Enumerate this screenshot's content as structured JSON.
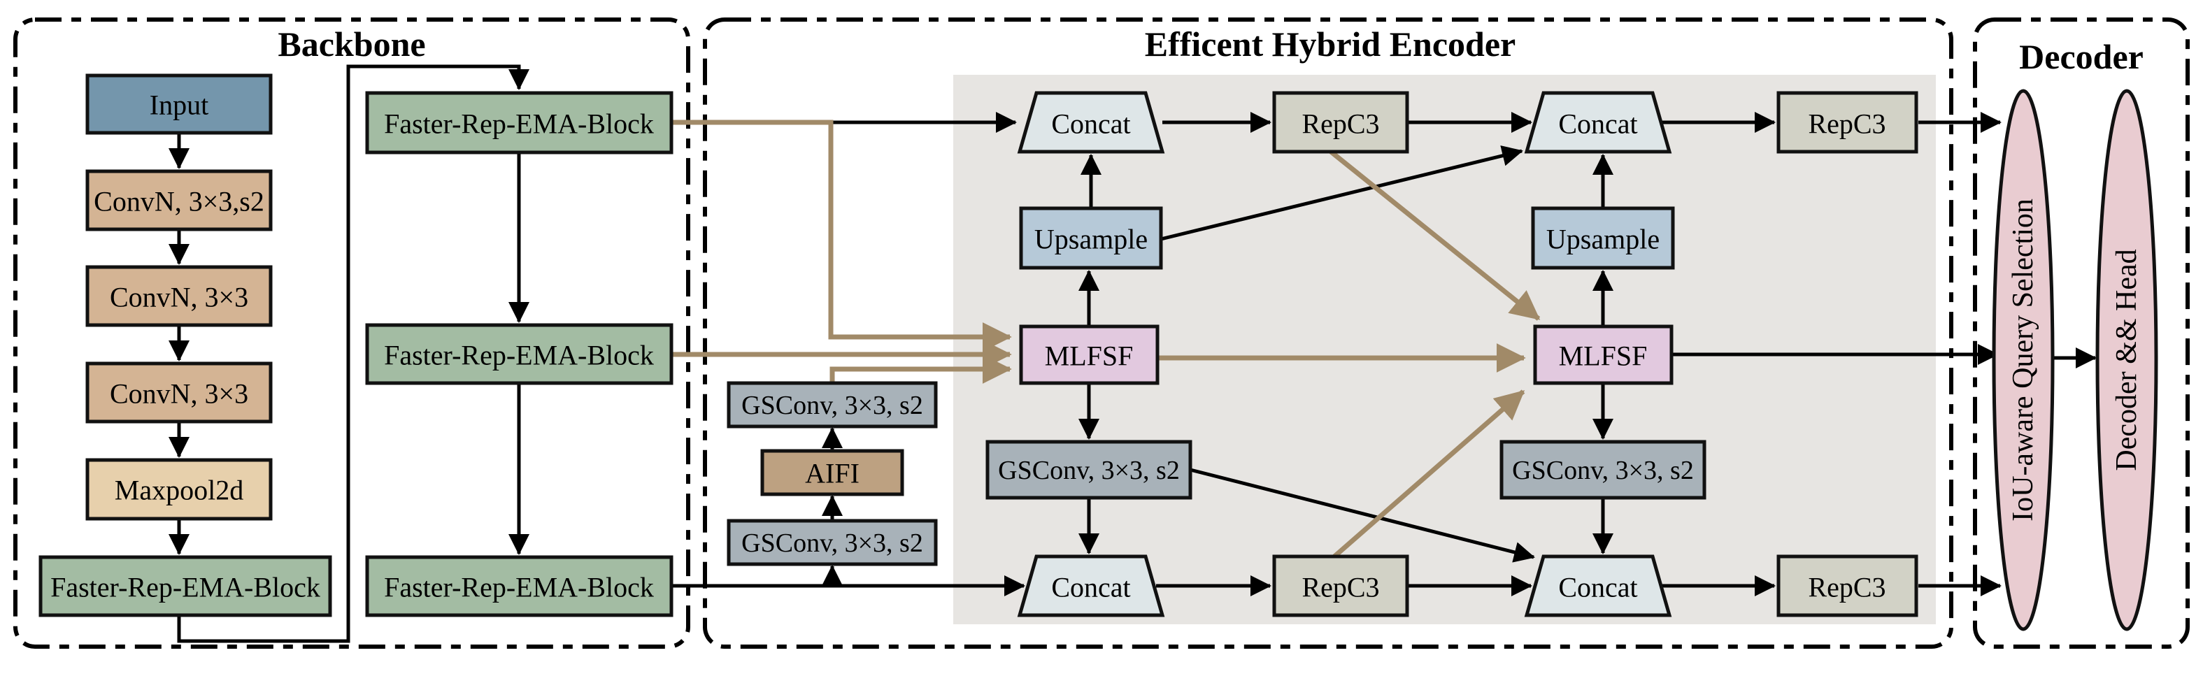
{
  "backbone": {
    "title": "Backbone",
    "nodes": [
      {
        "id": "input",
        "label": "Input"
      },
      {
        "id": "convn_s2",
        "label": "ConvN, 3×3,s2"
      },
      {
        "id": "convn_a",
        "label": "ConvN, 3×3"
      },
      {
        "id": "convn_b",
        "label": "ConvN, 3×3"
      },
      {
        "id": "maxpool",
        "label": "Maxpool2d"
      },
      {
        "id": "frema_left",
        "label": "Faster-Rep-EMA-Block"
      },
      {
        "id": "frema_1",
        "label": "Faster-Rep-EMA-Block"
      },
      {
        "id": "frema_2",
        "label": "Faster-Rep-EMA-Block"
      },
      {
        "id": "frema_3",
        "label": "Faster-Rep-EMA-Block"
      }
    ]
  },
  "encoder": {
    "title": "Efficent Hybrid Encoder",
    "nodes": [
      {
        "id": "gsconv_in",
        "label": "GSConv, 3×3, s2"
      },
      {
        "id": "aifi",
        "label": "AIFI"
      },
      {
        "id": "gsconv_out",
        "label": "GSConv, 3×3, s2"
      },
      {
        "id": "concat_t1",
        "label": "Concat"
      },
      {
        "id": "repc3_t1",
        "label": "RepC3"
      },
      {
        "id": "upsample_1",
        "label": "Upsample"
      },
      {
        "id": "mlfsf_1",
        "label": "MLFSF"
      },
      {
        "id": "gsconv_mid",
        "label": "GSConv, 3×3, s2"
      },
      {
        "id": "concat_b1",
        "label": "Concat"
      },
      {
        "id": "repc3_b1",
        "label": "RepC3"
      },
      {
        "id": "concat_t2",
        "label": "Concat"
      },
      {
        "id": "repc3_t2",
        "label": "RepC3"
      },
      {
        "id": "upsample_2",
        "label": "Upsample"
      },
      {
        "id": "mlfsf_2",
        "label": "MLFSF"
      },
      {
        "id": "gsconv_2",
        "label": "GSConv, 3×3, s2"
      },
      {
        "id": "concat_b2",
        "label": "Concat"
      },
      {
        "id": "repc3_b2",
        "label": "RepC3"
      }
    ]
  },
  "decoder": {
    "title": "Decoder",
    "nodes": [
      {
        "id": "iou_query_selection",
        "label": "IoU-aware Query Selection"
      },
      {
        "id": "decoder_head",
        "label": "Decoder && Head"
      }
    ]
  },
  "colors": {
    "input": "#7496ac",
    "conv": "#d4b494",
    "maxpool": "#e7d0ac",
    "block": "#a3bca3",
    "concat": "#dee6e8",
    "repc3": "#d2d2c6",
    "upsample": "#b6c9d8",
    "mlfsf": "#e2c9df",
    "gsconv": "#a8b2b9",
    "aifi": "#bda181",
    "ellipse": "#e9ccd1",
    "panel_bg": "#e7e5e2",
    "fusion": "#a18a68",
    "line": "#000000"
  }
}
